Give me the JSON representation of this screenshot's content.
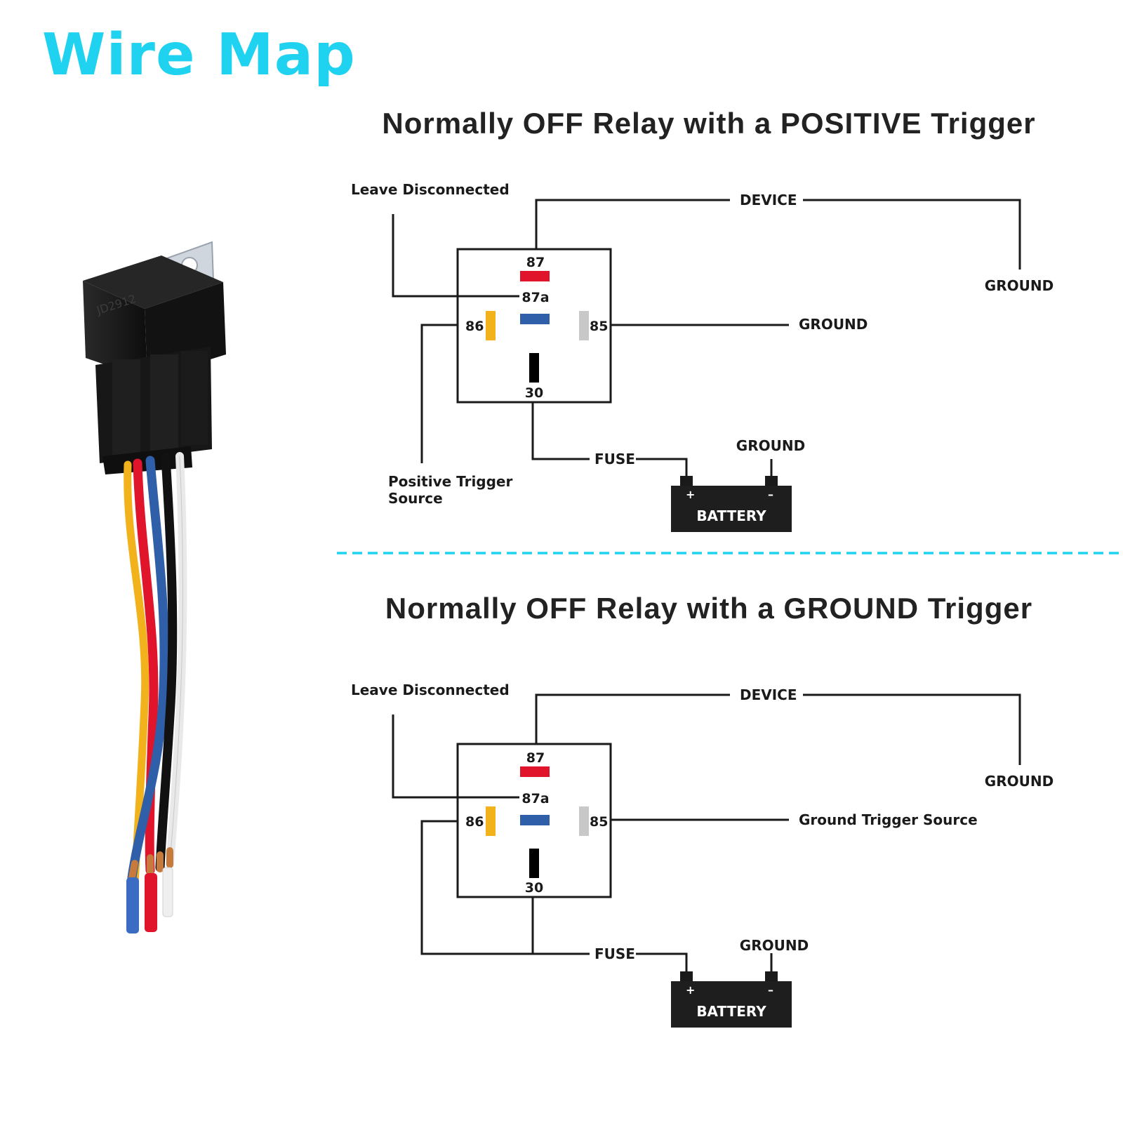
{
  "page": {
    "title": "Wire Map",
    "title_color": "#1fd3f0"
  },
  "diagrams": [
    {
      "title": "Normally OFF Relay with a POSITIVE Trigger",
      "leave_label": "Leave Disconnected",
      "device_label": "DEVICE",
      "device_ground_label": "GROUND",
      "pin85_target_label": "GROUND",
      "trigger_label_line1": "Positive Trigger",
      "trigger_label_line2": "Source",
      "fuse_label": "FUSE",
      "battery_ground_label": "GROUND",
      "battery_label": "BATTERY",
      "battery_plus": "+",
      "battery_minus": "–",
      "pins": {
        "p87": "87",
        "p87a": "87a",
        "p86": "86",
        "p85": "85",
        "p30": "30"
      }
    },
    {
      "title": "Normally OFF Relay with a GROUND Trigger",
      "leave_label": "Leave Disconnected",
      "device_label": "DEVICE",
      "device_ground_label": "GROUND",
      "pin85_target_label": "Ground Trigger Source",
      "fuse_label": "FUSE",
      "battery_ground_label": "GROUND",
      "battery_label": "BATTERY",
      "battery_plus": "+",
      "battery_minus": "–",
      "pins": {
        "p87": "87",
        "p87a": "87a",
        "p86": "86",
        "p85": "85",
        "p30": "30"
      }
    }
  ],
  "colors": {
    "pin87": "#e0152b",
    "pin87a": "#2f5fa8",
    "pin86": "#f2b21c",
    "pin85": "#c8c8c8",
    "pin30": "#000000",
    "divider": "#1fd3f0",
    "line": "#1a1a1a"
  },
  "wire_colors": [
    "#f2b21c",
    "#e0152b",
    "#2f5fa8",
    "#111111",
    "#f4f4f4"
  ],
  "relay_photo": {
    "imprint": "JD2912"
  }
}
